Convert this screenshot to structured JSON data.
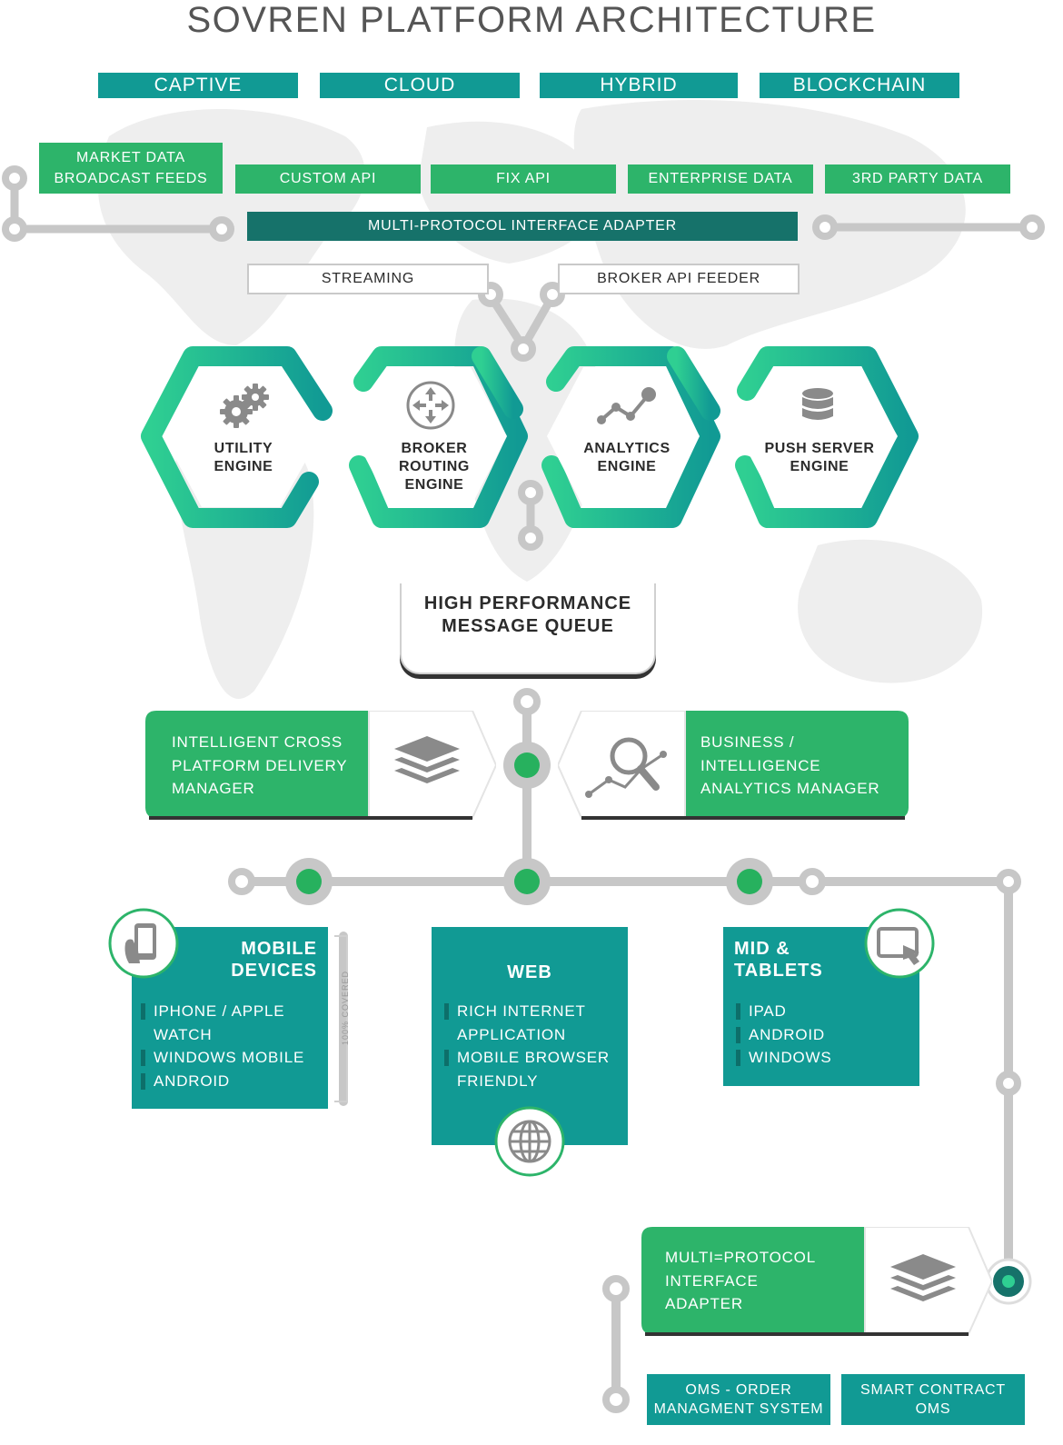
{
  "title": "SOVREN PLATFORM ARCHITECTURE",
  "deployment_tabs": [
    "CAPTIVE",
    "CLOUD",
    "HYBRID",
    "BLOCKCHAIN"
  ],
  "data_sources": {
    "market_data_line1": "MARKET DATA",
    "market_data_line2": "BROADCAST FEEDS",
    "custom_api": "CUSTOM API",
    "fix_api": "FIX API",
    "enterprise_data": "ENTERPRISE DATA",
    "third_party_data": "3RD PARTY DATA"
  },
  "interface_adapter": "MULTI-PROTOCOL INTERFACE ADAPTER",
  "streaming": "STREAMING",
  "broker_api_feeder": "BROKER API FEEDER",
  "engines": {
    "utility": [
      "UTILITY",
      "ENGINE"
    ],
    "broker": [
      "BROKER",
      "ROUTING",
      "ENGINE"
    ],
    "analytics": [
      "ANALYTICS",
      "ENGINE"
    ],
    "push": [
      "PUSH SERVER",
      "ENGINE"
    ]
  },
  "message_queue": [
    "HIGH PERFORMANCE",
    "MESSAGE QUEUE"
  ],
  "managers": {
    "delivery": [
      "INTELLIGENT CROSS",
      "PLATFORM DELIVERY",
      "MANAGER"
    ],
    "analytics": [
      "BUSINESS /",
      "INTELLIGENCE",
      "ANALYTICS MANAGER"
    ]
  },
  "platforms": {
    "mobile": {
      "title": [
        "MOBILE",
        "DEVICES"
      ],
      "items": [
        "IPHONE / APPLE",
        "WATCH",
        "WINDOWS MOBILE",
        "ANDROID"
      ],
      "coverage": "100% COVERED"
    },
    "web": {
      "title": "WEB",
      "items": [
        "RICH INTERNET",
        "APPLICATION",
        "MOBILE BROWSER",
        "FRIENDLY"
      ]
    },
    "tablets": {
      "title": [
        "MID &",
        "TABLETS"
      ],
      "items": [
        "IPAD",
        "ANDROID",
        "WINDOWS"
      ]
    }
  },
  "bottom_adapter": [
    "MULTI=PROTOCOL",
    "INTERFACE",
    "ADAPTER"
  ],
  "oms": {
    "order": [
      "OMS - ORDER",
      "MANAGMENT SYSTEM"
    ],
    "smart": [
      "SMART CONTRACT",
      "OMS"
    ]
  },
  "colors": {
    "teal": "#119a94",
    "green": "#2db46a",
    "dark_teal": "#16726a",
    "connector": "#c7c7c7",
    "dot": "#26b05f"
  },
  "icons": [
    "gears-icon",
    "routing-icon",
    "line-chart-icon",
    "database-icon",
    "layers-icon",
    "search-analytics-icon",
    "mobile-icon",
    "globe-icon",
    "tablet-icon"
  ]
}
